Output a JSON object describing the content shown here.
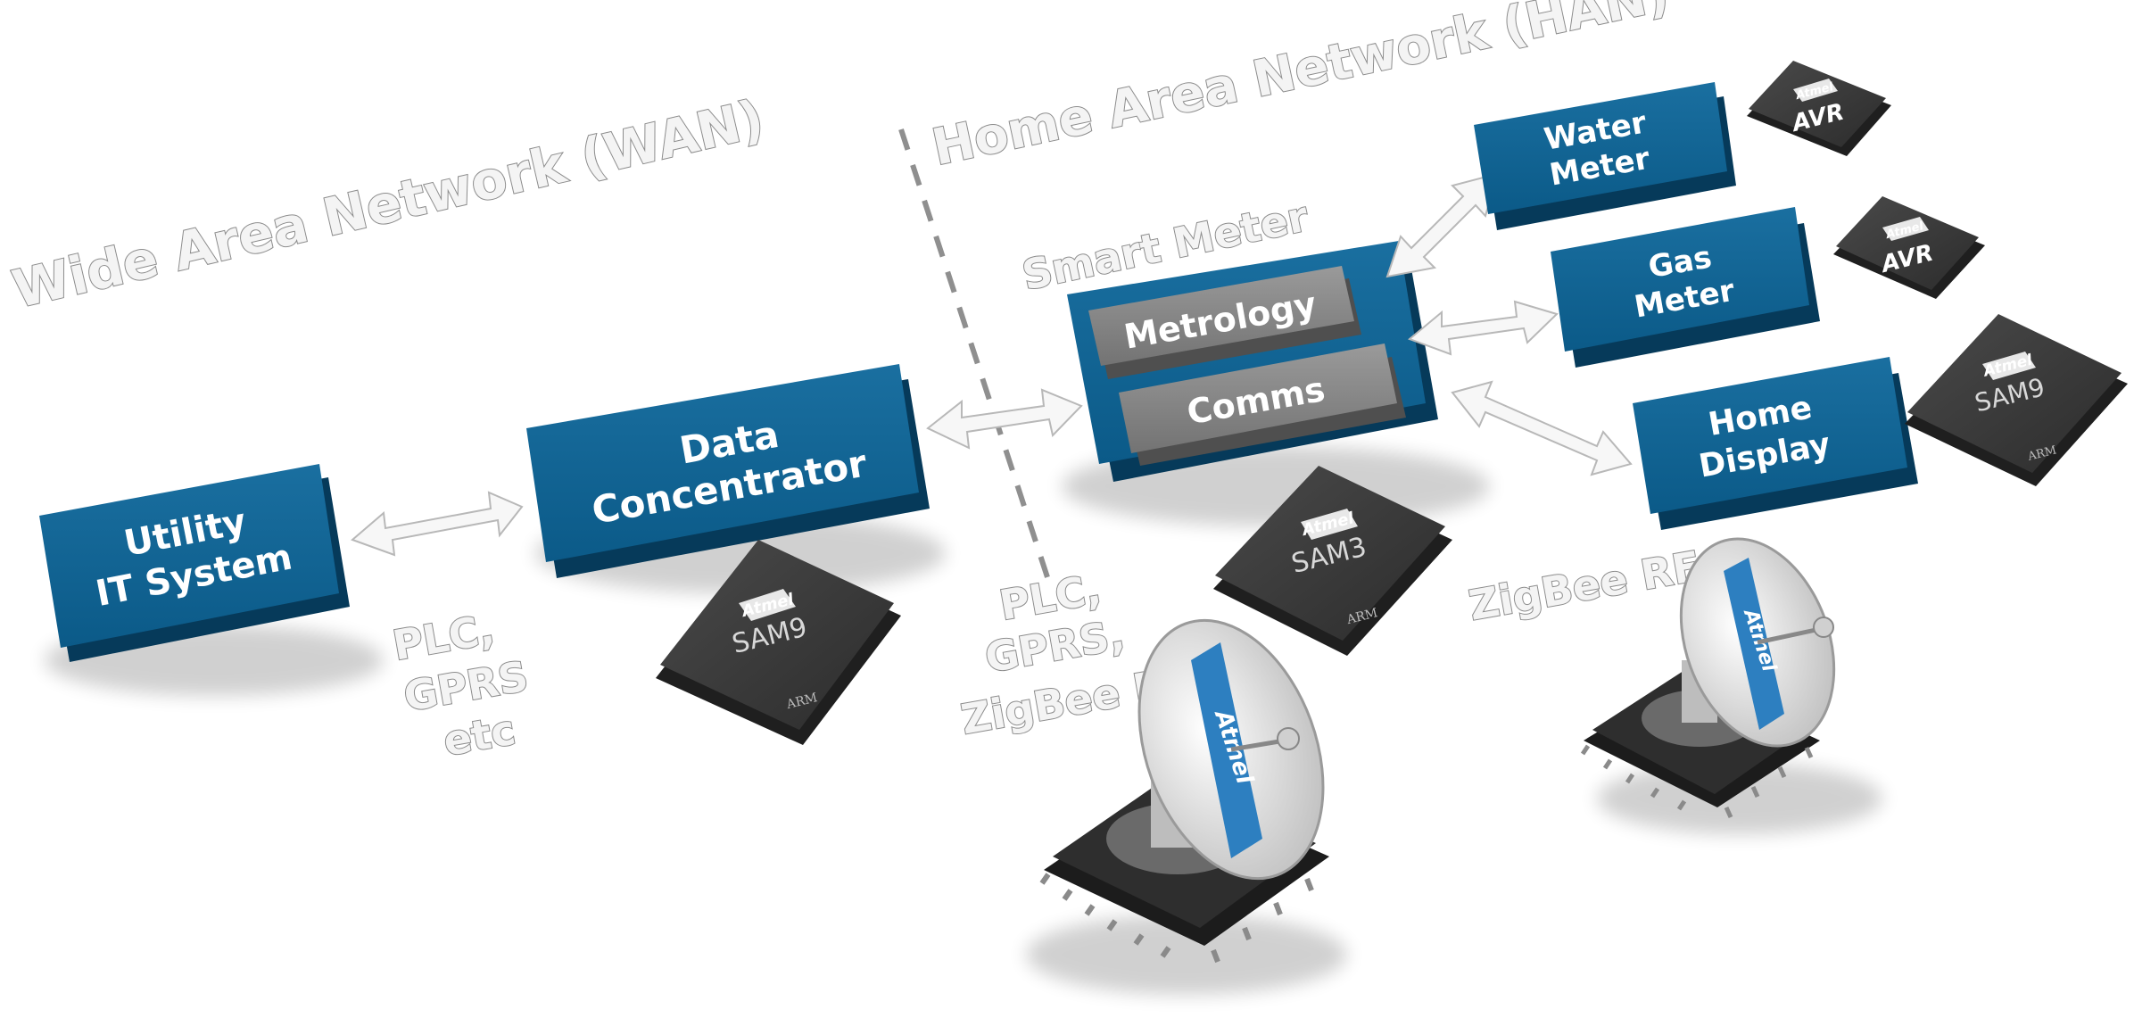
{
  "sections": {
    "wan": "Wide Area Network (WAN)",
    "han": "Home Area Network (HAN)"
  },
  "boxes": {
    "utility": [
      "Utility",
      "IT System"
    ],
    "concentrator": [
      "Data",
      "Concentrator"
    ],
    "smart_meter_title": "Smart Meter",
    "metrology": "Metrology",
    "comms": "Comms",
    "water": [
      "Water",
      "Meter"
    ],
    "gas": [
      "Gas",
      "Meter"
    ],
    "home": [
      "Home",
      "Display"
    ]
  },
  "links": {
    "left": [
      "PLC,",
      "GPRS",
      "etc"
    ],
    "middle": [
      "PLC,",
      "GPRS,",
      "ZigBee RF"
    ],
    "right": "ZigBee RF"
  },
  "chips": {
    "brand": "Atmel",
    "concentrator": "SAM9",
    "smart_meter": "SAM3",
    "home_display": "SAM9",
    "water": "AVR",
    "gas": "AVR",
    "arm_mark": "ARM"
  },
  "colors": {
    "box_blue": "#0b5a88",
    "box_blue_side": "#063a5a",
    "module_gray": "#7a7a7a",
    "chip_dark": "#3a3a3a",
    "label_white": "#f4f4f4"
  }
}
